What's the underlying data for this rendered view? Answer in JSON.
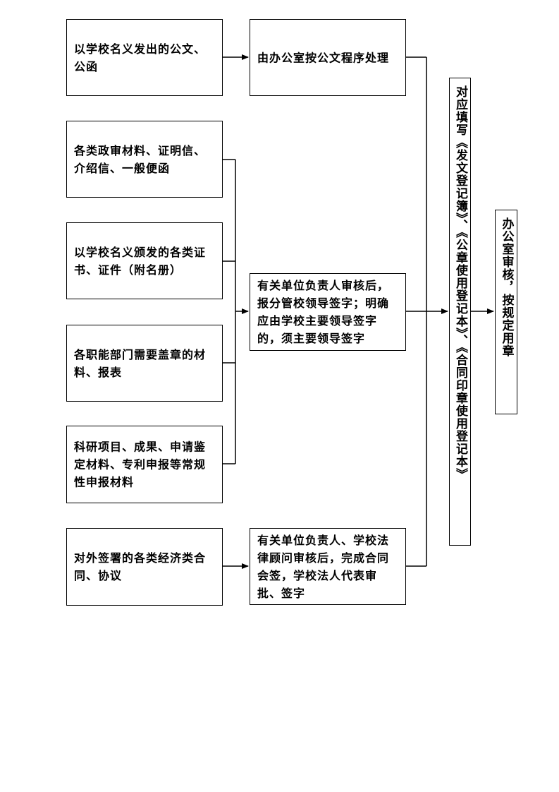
{
  "sources": [
    {
      "text": "以学校名义发出的公文、公函"
    },
    {
      "text": "各类政审材料、证明信、介绍信、一般便函"
    },
    {
      "text": "以学校名义颁发的各类证书、证件（附名册）"
    },
    {
      "text": "各职能部门需要盖章的材料、报表"
    },
    {
      "text": "科研项目、成果、申请鉴定材料、专利申报等常规性申报材料"
    },
    {
      "text": "对外签署的各类经济类合同、协议"
    }
  ],
  "middle": [
    {
      "text": "由办公室按公文程序处理"
    },
    {
      "text": "有关单位负责人审核后，报分管校领导签字；明确应由学校主要领导签字的，须主要领导签字"
    },
    {
      "text": "有关单位负责人、学校法律顾问审核后，完成合同会签，学校法人代表审批、签字"
    }
  ],
  "register": {
    "text": "对应填写《发文登记簿》、《公章使用登记本》、《合同印章使用登记本》"
  },
  "final": {
    "text": "办公室审核，按规定用章"
  }
}
